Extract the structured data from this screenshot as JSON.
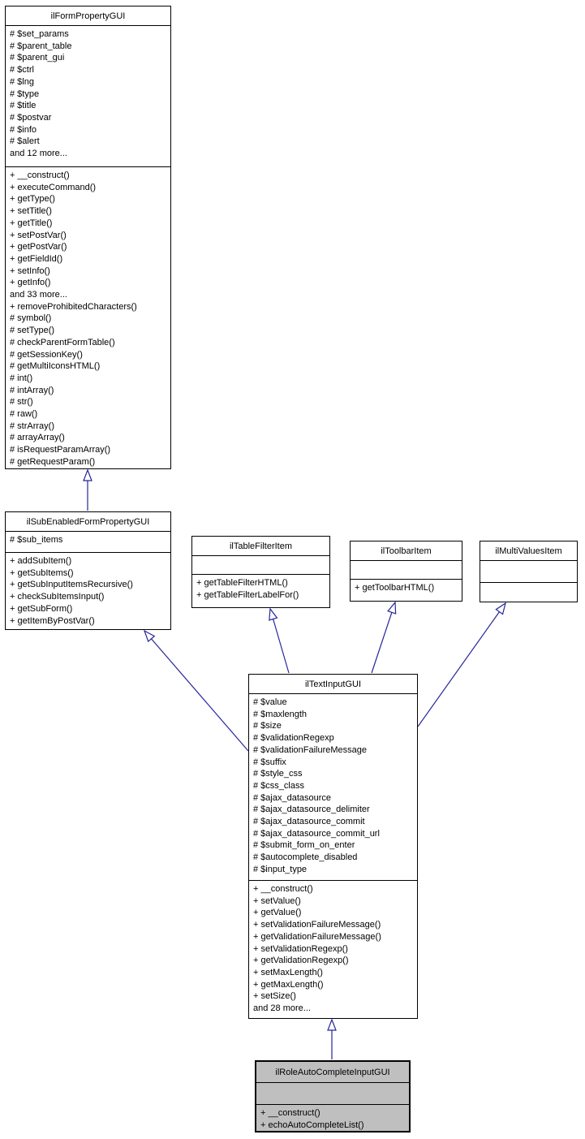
{
  "diagram": {
    "kind": "uml-class-inheritance-diagram",
    "background_color": "#ffffff",
    "box_border_color": "#000000",
    "arrow_color": "#25259b",
    "highlight_fill_color": "#bfbfbf",
    "classes": [
      {
        "id": "ilFormPropertyGUI",
        "name": "ilFormPropertyGUI",
        "highlighted": false,
        "attributes": [
          "# $set_params",
          "# $parent_table",
          "# $parent_gui",
          "# $ctrl",
          "# $lng",
          "# $type",
          "# $title",
          "# $postvar",
          "# $info",
          "# $alert",
          "and 12 more..."
        ],
        "methods": [
          "+ __construct()",
          "+ executeCommand()",
          "+ getType()",
          "+ setTitle()",
          "+ getTitle()",
          "+ setPostVar()",
          "+ getPostVar()",
          "+ getFieldId()",
          "+ setInfo()",
          "+ getInfo()",
          "and 33 more...",
          "+ removeProhibitedCharacters()",
          "# symbol()",
          "# setType()",
          "# checkParentFormTable()",
          "# getSessionKey()",
          "# getMultiIconsHTML()",
          "# int()",
          "# intArray()",
          "# str()",
          "# raw()",
          "# strArray()",
          "# arrayArray()",
          "# isRequestParamArray()",
          "# getRequestParam()"
        ]
      },
      {
        "id": "ilSubEnabledFormPropertyGUI",
        "name": "ilSubEnabledFormPropertyGUI",
        "highlighted": false,
        "attributes": [
          "# $sub_items"
        ],
        "methods": [
          "+ addSubItem()",
          "+ getSubItems()",
          "+ getSubInputItemsRecursive()",
          "+ checkSubItemsInput()",
          "+ getSubForm()",
          "+ getItemByPostVar()"
        ]
      },
      {
        "id": "ilTableFilterItem",
        "name": "ilTableFilterItem",
        "highlighted": false,
        "attributes": [],
        "methods": [
          "+ getTableFilterHTML()",
          "+ getTableFilterLabelFor()"
        ]
      },
      {
        "id": "ilToolbarItem",
        "name": "ilToolbarItem",
        "highlighted": false,
        "attributes": [],
        "methods": [
          "+ getToolbarHTML()"
        ]
      },
      {
        "id": "ilMultiValuesItem",
        "name": "ilMultiValuesItem",
        "highlighted": false,
        "attributes": [],
        "methods": []
      },
      {
        "id": "ilTextInputGUI",
        "name": "ilTextInputGUI",
        "highlighted": false,
        "attributes": [
          "# $value",
          "# $maxlength",
          "# $size",
          "# $validationRegexp",
          "# $validationFailureMessage",
          "# $suffix",
          "# $style_css",
          "# $css_class",
          "# $ajax_datasource",
          "# $ajax_datasource_delimiter",
          "# $ajax_datasource_commit",
          "# $ajax_datasource_commit_url",
          "# $submit_form_on_enter",
          "# $autocomplete_disabled",
          "# $input_type"
        ],
        "methods": [
          "+ __construct()",
          "+ setValue()",
          "+ getValue()",
          "+ setValidationFailureMessage()",
          "+ getValidationFailureMessage()",
          "+ setValidationRegexp()",
          "+ getValidationRegexp()",
          "+ setMaxLength()",
          "+ getMaxLength()",
          "+ setSize()",
          "and 28 more..."
        ]
      },
      {
        "id": "ilRoleAutoCompleteInputGUI",
        "name": "ilRoleAutoCompleteInputGUI",
        "highlighted": true,
        "attributes": [],
        "methods": [
          "+ __construct()",
          "+ echoAutoCompleteList()"
        ]
      }
    ],
    "edges": [
      {
        "from": "ilSubEnabledFormPropertyGUI",
        "to": "ilFormPropertyGUI",
        "relation": "inherits"
      },
      {
        "from": "ilTextInputGUI",
        "to": "ilSubEnabledFormPropertyGUI",
        "relation": "inherits"
      },
      {
        "from": "ilTextInputGUI",
        "to": "ilTableFilterItem",
        "relation": "inherits"
      },
      {
        "from": "ilTextInputGUI",
        "to": "ilToolbarItem",
        "relation": "inherits"
      },
      {
        "from": "ilTextInputGUI",
        "to": "ilMultiValuesItem",
        "relation": "inherits"
      },
      {
        "from": "ilRoleAutoCompleteInputGUI",
        "to": "ilTextInputGUI",
        "relation": "inherits"
      }
    ]
  }
}
